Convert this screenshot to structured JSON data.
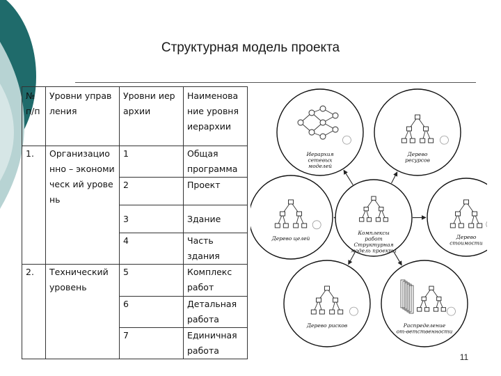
{
  "title": "Структурная модель проекта",
  "page_number": "11",
  "table": {
    "headers": [
      "№ п/п",
      "Уровни управления",
      "Уровни иерархии",
      "Наименова ние уровня иерархии"
    ],
    "groups": [
      {
        "num": "1.",
        "label": "Организацио нно – экономическ ий уровень"
      },
      {
        "num": "2.",
        "label": "Технический уровень"
      }
    ],
    "rows": [
      {
        "level": "1",
        "name": "Общая программа"
      },
      {
        "level": "2",
        "name": "Проект"
      },
      {
        "level": "3",
        "name": "Здание"
      },
      {
        "level": "4",
        "name": "Часть здания"
      },
      {
        "level": "5",
        "name": "Комплекс работ"
      },
      {
        "level": "6",
        "name": "Детальная работа"
      },
      {
        "level": "7",
        "name": "Единичная работа"
      }
    ]
  },
  "diagram": {
    "center": "Комплексы работ Структурная модель проекта",
    "nodes": [
      {
        "id": "network",
        "label": "Иерархия сетевых моделей"
      },
      {
        "id": "resources",
        "label": "Дерево ресурсов"
      },
      {
        "id": "goals",
        "label": "Дерево целей"
      },
      {
        "id": "cost",
        "label": "Дерево стоимости"
      },
      {
        "id": "risks",
        "label": "Дерево рисков"
      },
      {
        "id": "responsibility",
        "label": "Распределение от-ветственности"
      }
    ]
  }
}
